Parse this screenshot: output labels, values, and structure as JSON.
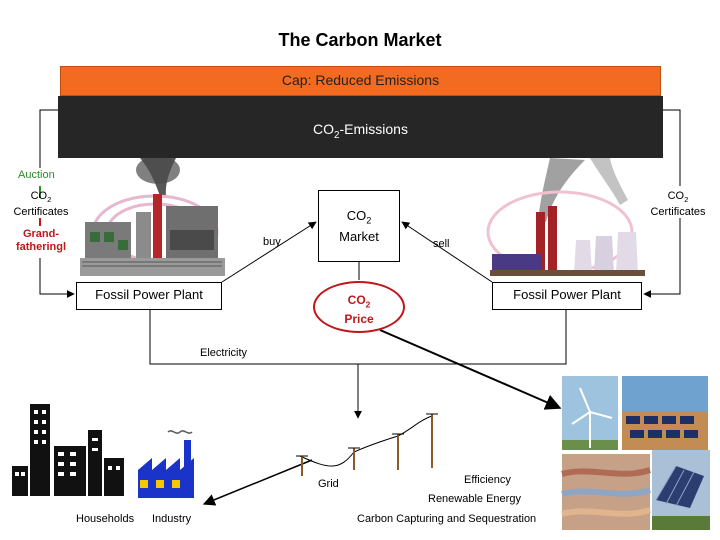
{
  "title": "The Carbon Market",
  "cap": {
    "label": "Cap: Reduced Emissions",
    "color": "#f26b21"
  },
  "emissions": {
    "label_main": "CO",
    "label_sub": "2",
    "label_rest": "-Emissions"
  },
  "allocation": {
    "auction": "Auction",
    "certificates_left_main": "CO",
    "certificates_left_sub": "2",
    "certificates_left_rest": "Certificates",
    "grandfathering_line1": "Grand-",
    "grandfathering_line2": "fatheringl",
    "certificates_right_main": "CO",
    "certificates_right_sub": "2",
    "certificates_right_rest": "Certificates"
  },
  "market": {
    "label_main": "CO",
    "label_sub": "2",
    "label_rest": "Market",
    "buy": "buy",
    "sell": "sell"
  },
  "price": {
    "label_main": "CO",
    "label_sub": "2",
    "label_rest": "Price"
  },
  "plants": {
    "left": "Fossil Power Plant",
    "right": "Fossil Power Plant"
  },
  "flows": {
    "electricity": "Electricity",
    "grid": "Grid"
  },
  "consumers": {
    "households": "Households",
    "industry": "Industry"
  },
  "alternatives": {
    "efficiency": "Efficiency",
    "renewable": "Renewable Energy",
    "ccs": "Carbon Capturing and Sequestration"
  },
  "icons": [
    "left-power-plant-image",
    "right-power-plant-image",
    "city-buildings-icon",
    "factory-icon",
    "power-pylons-icon",
    "wind-turbine-photo",
    "solar-field-photo",
    "geology-photo",
    "solar-panels-photo"
  ]
}
